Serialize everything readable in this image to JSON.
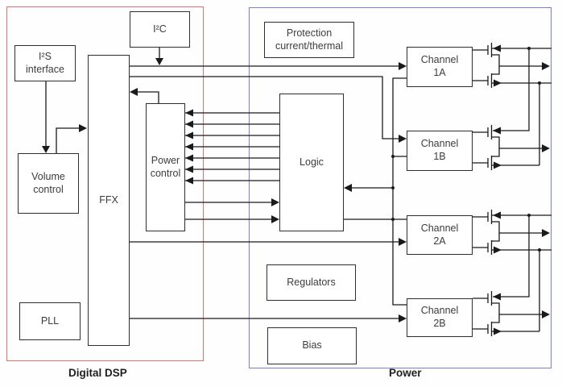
{
  "diagram": {
    "colors": {
      "dsp_border": "#e0716b",
      "power_border": "#7a7ed2",
      "wire": "#1a1a1a"
    },
    "section_labels": {
      "dsp": "Digital DSP",
      "power": "Power"
    },
    "blocks": {
      "i2s": {
        "line1": "I²S",
        "line2": "interface"
      },
      "i2c": {
        "line1": "I²C"
      },
      "volume": {
        "line1": "Volume",
        "line2": "control"
      },
      "ffx": {
        "line1": "FFX"
      },
      "pll": {
        "line1": "PLL"
      },
      "power_control": {
        "line1": "Power",
        "line2": "control"
      },
      "protection": {
        "line1": "Protection",
        "line2": "current/thermal"
      },
      "logic": {
        "line1": "Logic"
      },
      "regulators": {
        "line1": "Regulators"
      },
      "bias": {
        "line1": "Bias"
      },
      "channel_1a": {
        "line1": "Channel",
        "line2": "1A"
      },
      "channel_1b": {
        "line1": "Channel",
        "line2": "1B"
      },
      "channel_2a": {
        "line1": "Channel",
        "line2": "2A"
      },
      "channel_2b": {
        "line1": "Channel",
        "line2": "2B"
      }
    }
  }
}
